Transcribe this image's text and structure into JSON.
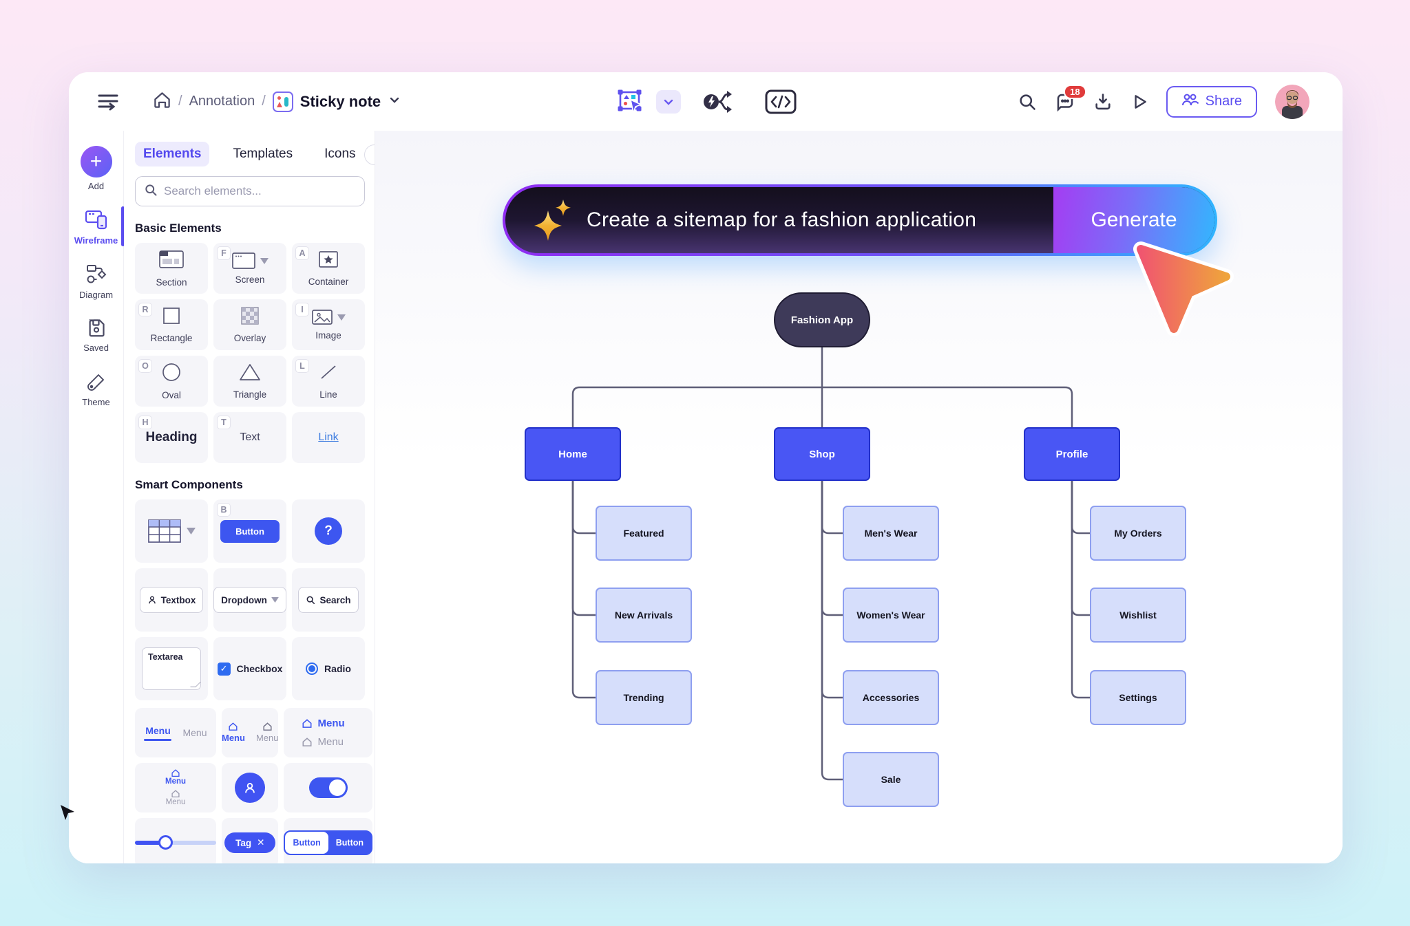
{
  "colors": {
    "accent_purple": "#5b4df0",
    "component_blue": "#3d56f0",
    "node_parent_fill": "#4956f4",
    "node_parent_border": "#2230c9",
    "node_child_fill": "#d6defb",
    "node_child_border": "#8e9ff0",
    "node_root_fill": "#3e3a59",
    "connector": "#5f5f78",
    "badge_red": "#e03b3b",
    "banner_border_gradient": [
      "#8f2df2",
      "#2fb4ff"
    ],
    "banner_bg_gradient": [
      "#140f1d",
      "#483470"
    ],
    "generate_gradient": [
      "#a43df2",
      "#33b6fe"
    ],
    "cursor_gradient": [
      "#f25c72",
      "#f0a43c"
    ],
    "sparkle_gold": "#f2b233",
    "page_gradient": [
      "#fde8f6",
      "#cdf2f8"
    ]
  },
  "icons": {
    "chevron_down": "⌄",
    "caret_down": "▾",
    "plus": "+",
    "code_glyph": "</>",
    "slash": "/"
  },
  "header": {
    "breadcrumb": {
      "section": "Annotation",
      "current": "Sticky note",
      "separator": "/"
    },
    "chat_badge": "18",
    "share_label": "Share"
  },
  "rail": {
    "items": [
      {
        "label": "Add"
      },
      {
        "label": "Wireframe",
        "active": true
      },
      {
        "label": "Diagram"
      },
      {
        "label": "Saved"
      },
      {
        "label": "Theme"
      }
    ]
  },
  "panel": {
    "tabs": [
      {
        "label": "Elements"
      },
      {
        "label": "Templates"
      },
      {
        "label": "Icons"
      }
    ],
    "search_placeholder": "Search elements...",
    "basic": {
      "title": "Basic Elements",
      "items": [
        {
          "label": "Section"
        },
        {
          "label": "Screen",
          "shortcut": "F"
        },
        {
          "label": "Container",
          "shortcut": "A"
        },
        {
          "label": "Rectangle",
          "shortcut": "R"
        },
        {
          "label": "Overlay"
        },
        {
          "label": "Image",
          "shortcut": "I"
        },
        {
          "label": "Oval",
          "shortcut": "O"
        },
        {
          "label": "Triangle"
        },
        {
          "label": "Line",
          "shortcut": "L"
        },
        {
          "label": "Heading",
          "shortcut": "H"
        },
        {
          "label": "Text",
          "shortcut": "T"
        },
        {
          "label": "Link"
        }
      ]
    },
    "smart": {
      "title": "Smart Components",
      "items": {
        "button_shortcut": "B",
        "button": "Button",
        "help": "?",
        "textbox": "Textbox",
        "dropdown": "Dropdown",
        "search": "Search",
        "textarea": "Textarea",
        "checkbox": "Checkbox",
        "radio": "Radio",
        "menu_active": "Menu",
        "menu_inactive": "Menu",
        "tag": "Tag",
        "tag_close": "✕",
        "button_group": [
          "Button",
          "Button"
        ]
      }
    }
  },
  "banner": {
    "prompt": "Create a sitemap for a fashion application",
    "generate_label": "Generate"
  },
  "sitemap": {
    "root": "Fashion App",
    "branches": [
      {
        "label": "Home",
        "children": [
          "Featured",
          "New Arrivals",
          "Trending"
        ]
      },
      {
        "label": "Shop",
        "children": [
          "Men's Wear",
          "Women's Wear",
          "Accessories",
          "Sale"
        ]
      },
      {
        "label": "Profile",
        "children": [
          "My Orders",
          "Wishlist",
          "Settings"
        ]
      }
    ]
  }
}
